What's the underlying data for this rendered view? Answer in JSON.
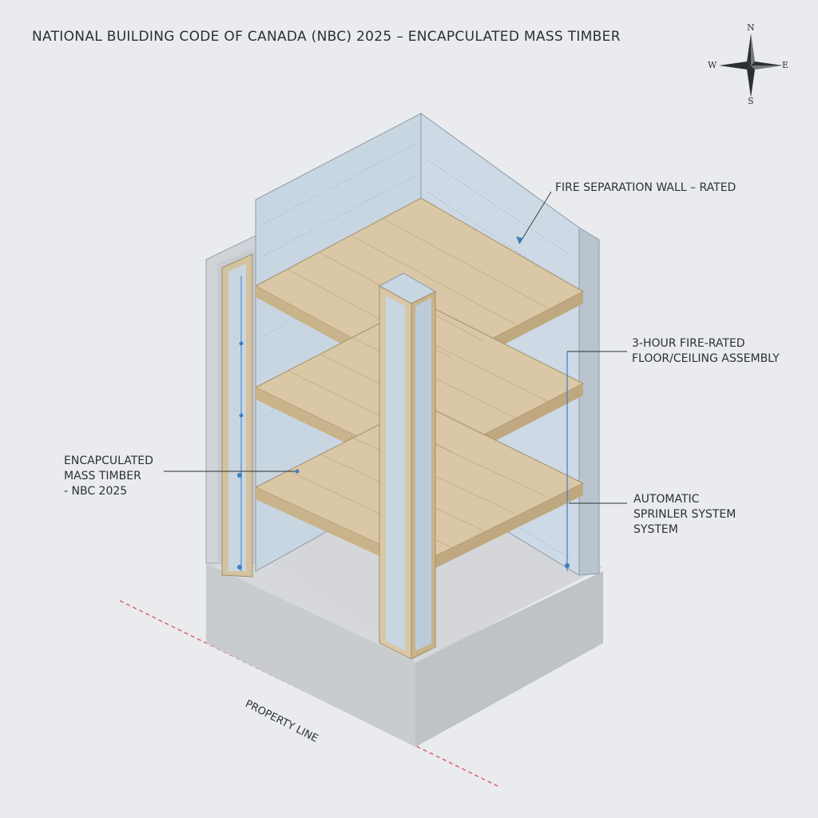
{
  "title": "NATIONAL BUILDING CODE OF CANADA (NBC) 2025 – ENCAPCULATED MASS TIMBER",
  "compass": {
    "n": "N",
    "s": "S",
    "e": "E",
    "w": "W",
    "icon": "compass-rose-icon"
  },
  "callouts": {
    "fire_wall": "FIRE SEPARATION WALL – RATED",
    "floor_assembly": [
      "3-HOUR FIRE-RATED",
      "FLOOR/CEILING ASSEMBLY"
    ],
    "mass_timber": [
      "ENCAPCULATED",
      "MASS TIMBER",
      "- NBC 2025"
    ],
    "sprinkler": [
      "AUTOMATIC",
      "SPRINLER SYSTEM",
      "SYSTEM"
    ]
  },
  "property_line": "PROPERTY LINE",
  "colors": {
    "background": "#e9ebee",
    "concrete": "#c9cccf",
    "wall_blue": "#c8d6e2",
    "timber": "#d9c7a6",
    "property_line": "#d9534f",
    "sprinkler": "#3c7fc4"
  }
}
